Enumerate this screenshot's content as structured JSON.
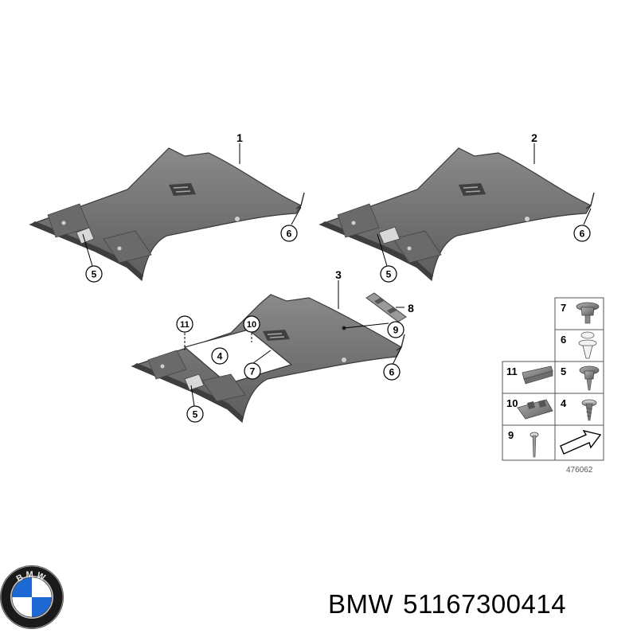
{
  "diagram": {
    "callouts": {
      "c1": "1",
      "c2": "2",
      "c3": "3",
      "c4": "4",
      "c5a": "5",
      "c5b": "5",
      "c5c": "5",
      "c6a": "6",
      "c6b": "6",
      "c6c": "6",
      "c7": "7",
      "c8": "8",
      "c9": "9",
      "c10": "10",
      "c11": "11"
    },
    "legend": {
      "items": [
        "7",
        "6",
        "11",
        "5",
        "10",
        "4",
        "9"
      ],
      "reference_number": "476062"
    }
  },
  "footer": {
    "brand": "BMW",
    "part_number": "51167300414",
    "logo_text": "BMW"
  },
  "colors": {
    "headliner": "#7a7a7a",
    "headliner_dark": "#4e4e4e",
    "logo_blue": "#1c69d4",
    "outline": "#000000"
  }
}
